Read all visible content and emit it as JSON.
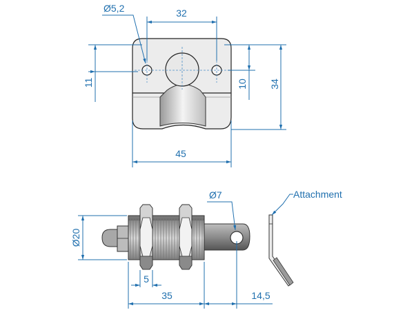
{
  "top_view": {
    "hole_diameter": "Ø5,2",
    "hole_spacing": "32",
    "hole_height": "11",
    "center_height": "10",
    "total_height": "34",
    "total_width": "45"
  },
  "side_view": {
    "body_diameter": "Ø20",
    "pin_hole_diameter": "Ø7",
    "nut_width": "5",
    "body_length": "35",
    "pin_length": "14,5",
    "attachment_label": "Attachment"
  },
  "colors": {
    "dimension": "#1f6fae",
    "outline": "#222222",
    "plate_fill": "#e6e6e6"
  }
}
